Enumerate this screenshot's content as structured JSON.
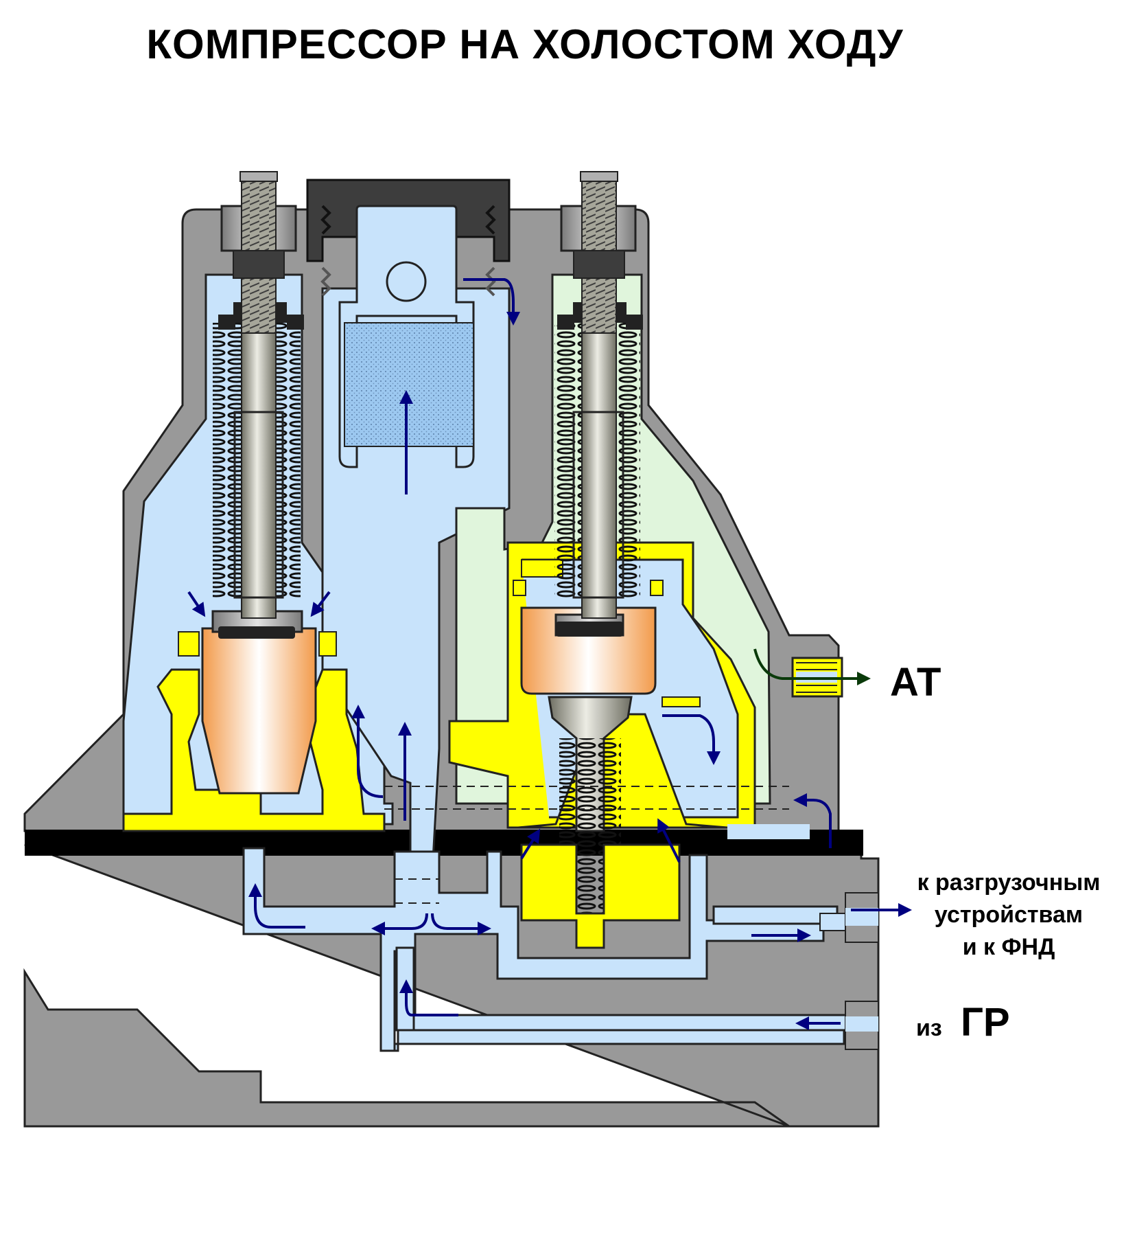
{
  "title": "КОМПРЕССОР НА ХОЛОСТОМ ХОДУ",
  "labels": {
    "at": "АТ",
    "unloaders": [
      "к разгрузочным",
      "устройствам",
      "и к ФНД"
    ],
    "from_prefix": "из",
    "from_gr": "ГР"
  },
  "colors": {
    "body": "#999999",
    "outline": "#222222",
    "air": "#c8e3fb",
    "atmosphere_chamber": "#e0f5dc",
    "valve_seat": "#ffff00",
    "piston": "#f2a25a",
    "gasket": "#000000",
    "filter_cap": "#3d3d3d",
    "filter": "#9cc8f0",
    "flow_arrow": "#000080",
    "exhaust_arrow": "#0a3a0a"
  }
}
